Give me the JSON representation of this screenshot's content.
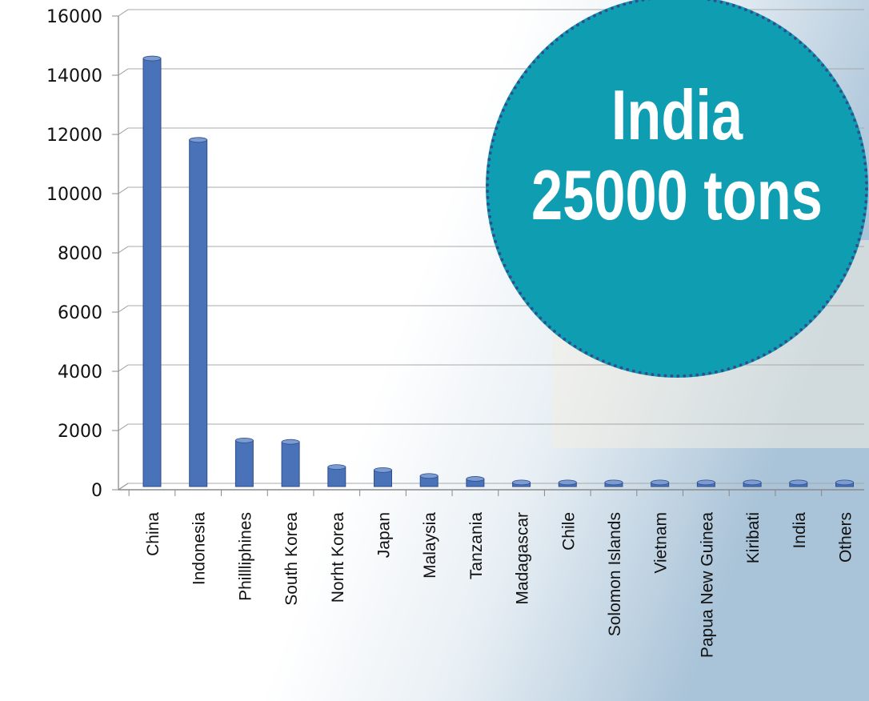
{
  "badge": {
    "line1": "India",
    "line2": "25000 tons"
  },
  "colors": {
    "bar": "#4a72b8",
    "bar_dark": "#2e4f8d",
    "badge_fill": "#0f9db1",
    "badge_border": "#2f4f8f"
  },
  "chart_data": {
    "type": "bar",
    "title": "",
    "xlabel": "",
    "ylabel": "",
    "ylim": [
      0,
      16000
    ],
    "yticks": [
      0,
      2000,
      4000,
      6000,
      8000,
      10000,
      12000,
      14000,
      16000
    ],
    "grid": true,
    "categories": [
      "China",
      "Indonesia",
      "Phillliphines",
      "South Korea",
      "Norht Korea",
      "Japan",
      "Malaysia",
      "Tanzania",
      "Madagascar",
      "Chile",
      "Solomon Islands",
      "Vietnam",
      "Papua New Guinea",
      "Kiribati",
      "India",
      "Others"
    ],
    "values": [
      14350,
      11600,
      1450,
      1400,
      550,
      450,
      250,
      150,
      30,
      30,
      30,
      30,
      30,
      30,
      30,
      30
    ]
  }
}
